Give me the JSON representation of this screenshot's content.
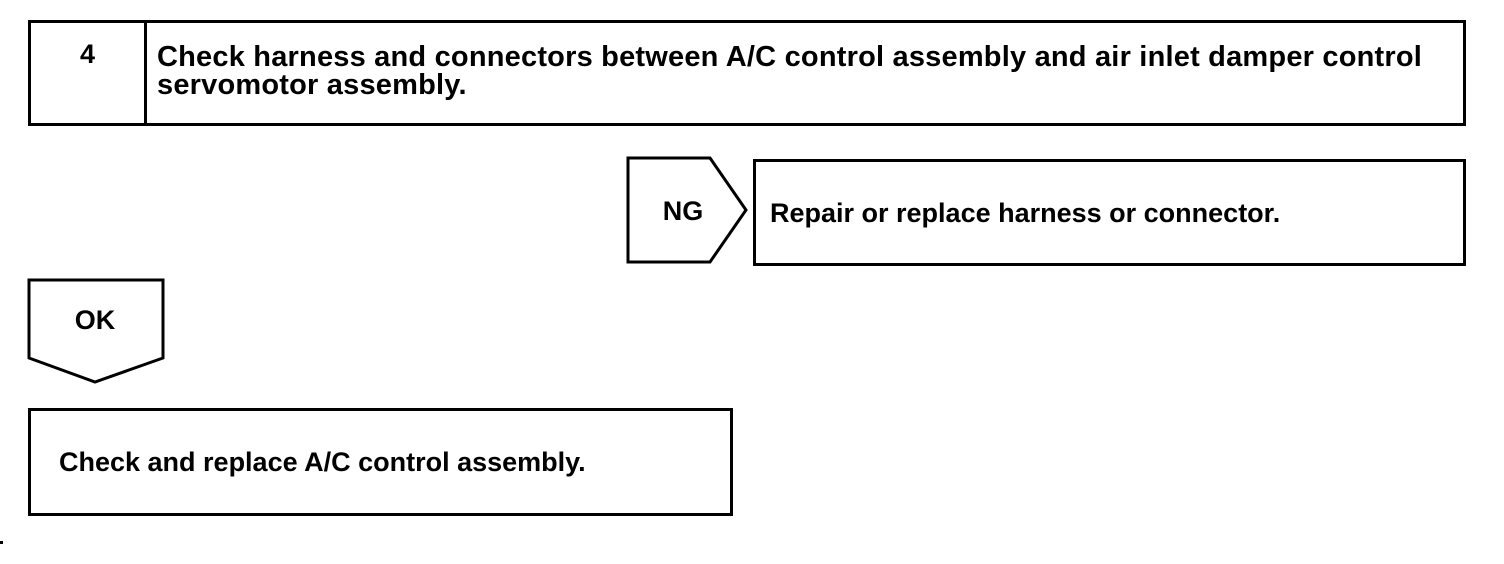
{
  "step": {
    "number": "4",
    "title": "Check harness and connectors between A/C control assembly and air inlet damper control servomotor assembly."
  },
  "ng_branch": {
    "label": "NG",
    "action": "Repair or replace harness or connector."
  },
  "ok_branch": {
    "label": "OK",
    "action": "Check and replace A/C control assembly."
  }
}
